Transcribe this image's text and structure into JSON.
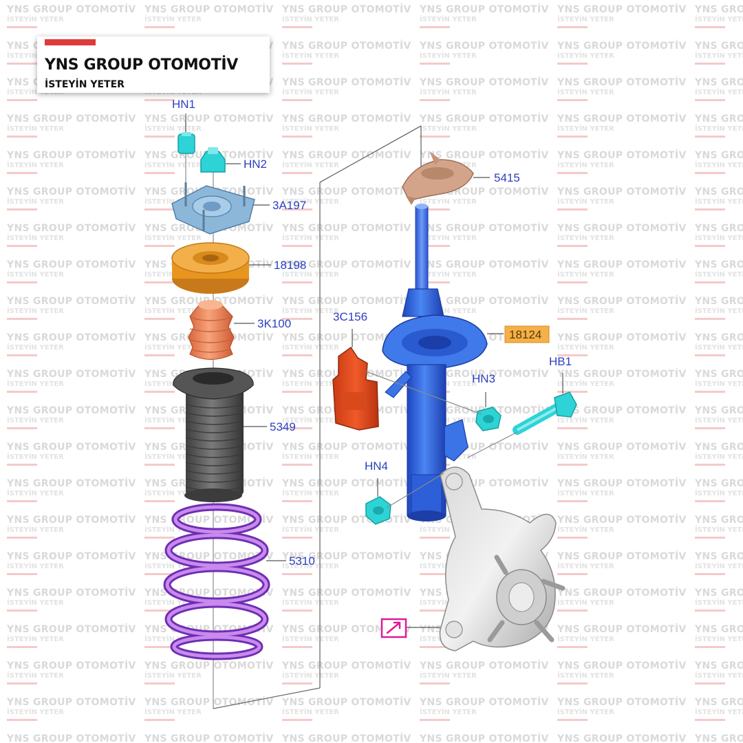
{
  "brand": {
    "name": "YNS GROUP OTOMOTİV",
    "slogan": "İSTEYİN YETER",
    "accent_color": "#e03a3a"
  },
  "watermark": {
    "text": "YNS GROUP OTOMOTİV",
    "subtext": "İSTEYİN YETER"
  },
  "parts": {
    "hn1": "HN1",
    "hn2": "HN2",
    "p3a197": "3A197",
    "p18198": "18198",
    "p3k100": "3K100",
    "p5349": "5349",
    "p5310": "5310",
    "p5415": "5415",
    "p3c156": "3C156",
    "p18124": "18124",
    "hb1": "HB1",
    "hn3": "HN3",
    "hn4": "HN4"
  },
  "colors": {
    "label": "#2b3fbf",
    "strut": "#2f66e0",
    "spring": "#a35be0",
    "boot": "#5a5a5a",
    "bump_stop": "#e87e50",
    "bearing": "#e8951f",
    "mount": "#8cb7d9",
    "fastener": "#2ed3d6",
    "bracket": "#e24a1f",
    "seat": "#d3a48a",
    "highlight_tag": "#f5b04a",
    "ref_icon": "#e0199a"
  }
}
